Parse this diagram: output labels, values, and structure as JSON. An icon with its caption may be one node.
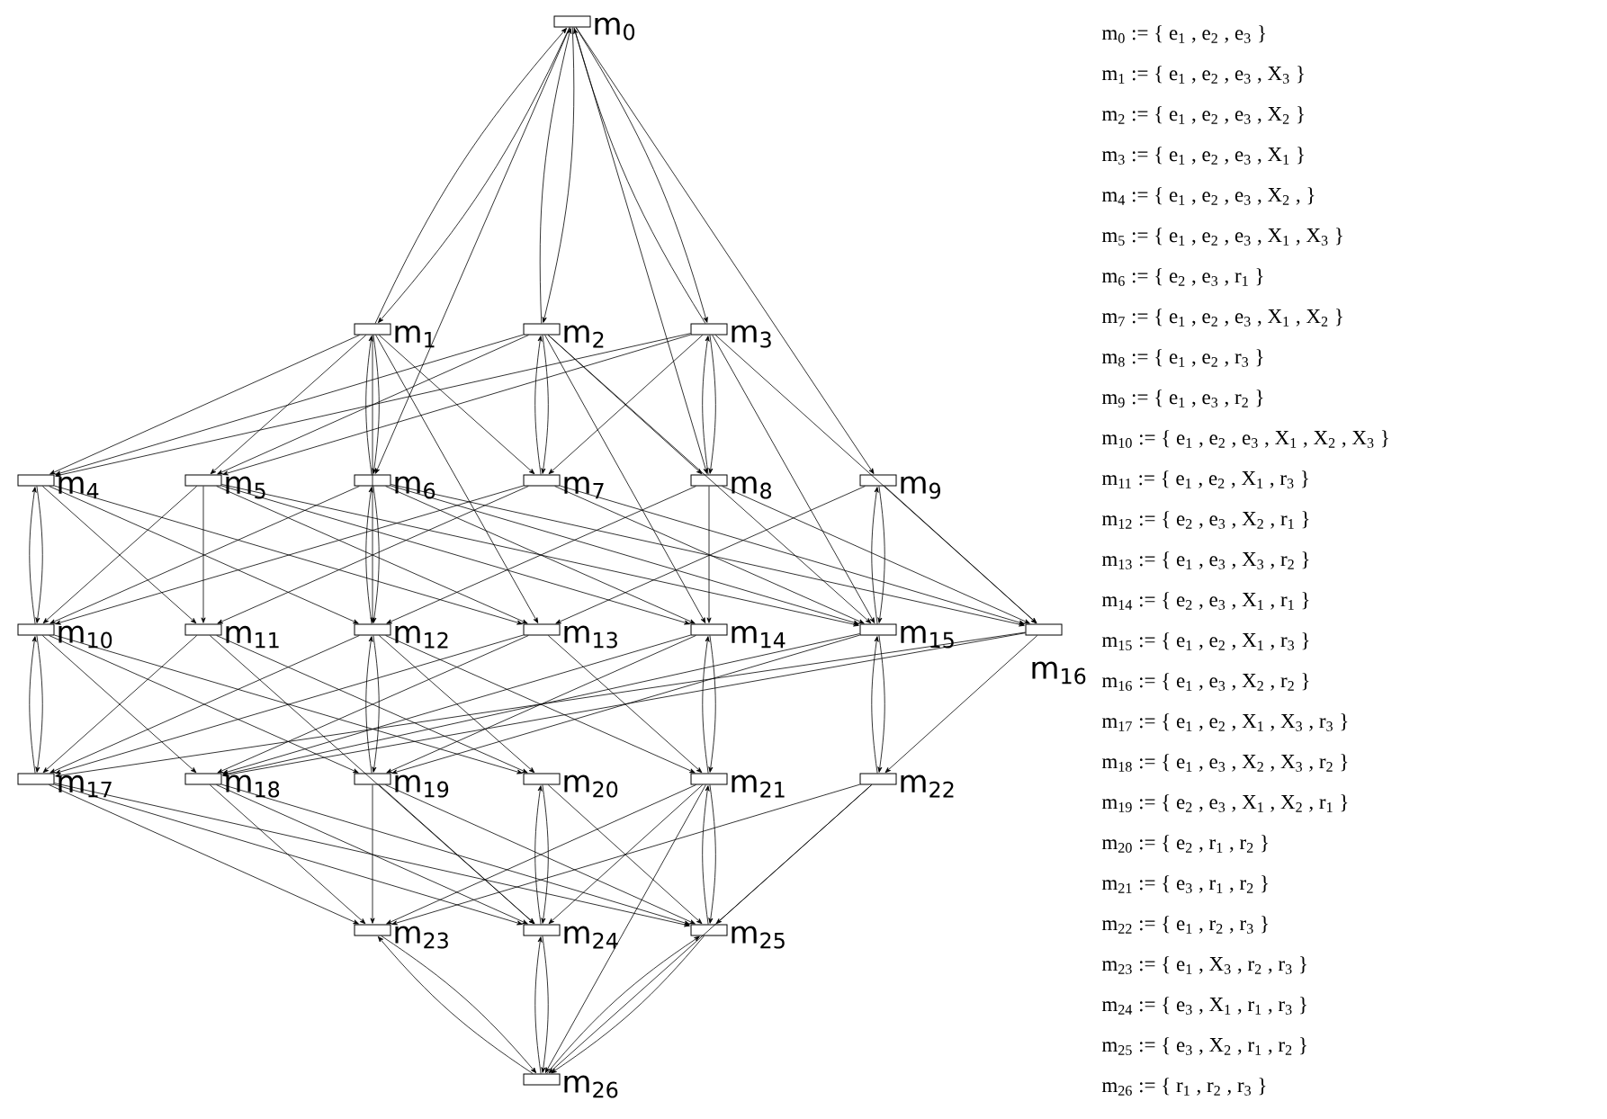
{
  "diagram": {
    "nodes": [
      {
        "text": [],
        "shape": "box",
        "beside": [
          "m$_{0}$"
        ]
      },
      {
        "text": [],
        "shape": "box",
        "beside": [
          "m$_{1}$"
        ]
      },
      {
        "text": [],
        "shape": "box",
        "beside": [
          "m$_{2}$"
        ]
      },
      {
        "text": [],
        "shape": "box",
        "beside": [
          "m$_{3}$"
        ]
      },
      {
        "text": [],
        "shape": "box",
        "beside": [
          "m$_{4}$"
        ]
      },
      {
        "text": [],
        "shape": "box",
        "beside": [
          "m$_{5}$"
        ]
      },
      {
        "text": [],
        "shape": "box",
        "beside": [
          "m$_{6}$"
        ]
      },
      {
        "text": [],
        "shape": "box",
        "beside": [
          "m$_{7}$"
        ]
      },
      {
        "text": [],
        "shape": "box",
        "beside": [
          "m$_{8}$"
        ]
      },
      {
        "text": [],
        "shape": "box",
        "beside": [
          "m$_{9}$"
        ]
      },
      {
        "text": [],
        "shape": "box",
        "beside": [
          "m$_{10}$"
        ]
      },
      {
        "text": [],
        "shape": "box",
        "beside": [
          "m$_{11}$"
        ]
      },
      {
        "text": [],
        "shape": "box",
        "beside": [
          "m$_{12}$"
        ]
      },
      {
        "text": [],
        "shape": "box",
        "beside": [
          "m$_{13}$"
        ]
      },
      {
        "text": [],
        "shape": "box",
        "beside": [
          "m$_{14}$"
        ]
      },
      {
        "text": [],
        "shape": "box",
        "beside": [
          "m$_{15}$"
        ]
      },
      {
        "text": [],
        "shape": "box",
        "beside": [
          "m$_{16}$"
        ]
      },
      {
        "text": [],
        "shape": "box",
        "beside": [
          "m$_{17}$"
        ]
      },
      {
        "text": [],
        "shape": "box",
        "beside": [
          "m$_{18}$"
        ]
      },
      {
        "text": [],
        "shape": "box",
        "beside": [
          "m$_{19}$"
        ]
      },
      {
        "text": [],
        "shape": "box",
        "beside": [
          "m$_{20}$"
        ]
      },
      {
        "text": [],
        "shape": "box",
        "beside": [
          "m$_{21}$"
        ]
      },
      {
        "text": [],
        "shape": "box",
        "beside": [
          "m$_{22}$"
        ]
      },
      {
        "text": [],
        "shape": "box",
        "beside": [
          "m$_{23}$"
        ]
      },
      {
        "text": [],
        "shape": "box",
        "beside": [
          "m$_{24}$"
        ]
      },
      {
        "text": [],
        "shape": "box",
        "beside": [
          "m$_{25}$"
        ]
      },
      {
        "text": [],
        "shape": "box",
        "beside": [
          "m$_{26}$"
        ]
      }
    ],
    "edges": [
      {
        "from": 0,
        "to": 1,
        "arrow": "to"
      },
      {
        "from": 1,
        "to": 0,
        "arrow": "to"
      },
      {
        "from": 0,
        "to": 2,
        "arrow": "to"
      },
      {
        "from": 2,
        "to": 0,
        "arrow": "to"
      },
      {
        "from": 0,
        "to": 3,
        "arrow": "to"
      },
      {
        "from": 3,
        "to": 0,
        "arrow": "to"
      },
      {
        "from": 0,
        "to": 6,
        "arrow": "to"
      },
      {
        "from": 0,
        "to": 8,
        "arrow": "to"
      },
      {
        "from": 0,
        "to": 9,
        "arrow": "to"
      },
      {
        "from": 1,
        "to": 4,
        "arrow": "to"
      },
      {
        "from": 1,
        "to": 5,
        "arrow": "to"
      },
      {
        "from": 1,
        "to": 6,
        "arrow": "to"
      },
      {
        "from": 6,
        "to": 1,
        "arrow": "to"
      },
      {
        "from": 1,
        "to": 7,
        "arrow": "to"
      },
      {
        "from": 1,
        "to": 12,
        "arrow": "to"
      },
      {
        "from": 1,
        "to": 13,
        "arrow": "to"
      },
      {
        "from": 2,
        "to": 4,
        "arrow": "to"
      },
      {
        "from": 2,
        "to": 5,
        "arrow": "to"
      },
      {
        "from": 2,
        "to": 7,
        "arrow": "to"
      },
      {
        "from": 7,
        "to": 2,
        "arrow": "to"
      },
      {
        "from": 2,
        "to": 8,
        "arrow": "to"
      },
      {
        "from": 2,
        "to": 14,
        "arrow": "to"
      },
      {
        "from": 2,
        "to": 15,
        "arrow": "to"
      },
      {
        "from": 3,
        "to": 4,
        "arrow": "to"
      },
      {
        "from": 3,
        "to": 5,
        "arrow": "to"
      },
      {
        "from": 3,
        "to": 7,
        "arrow": "to"
      },
      {
        "from": 3,
        "to": 8,
        "arrow": "to"
      },
      {
        "from": 8,
        "to": 3,
        "arrow": "to"
      },
      {
        "from": 3,
        "to": 15,
        "arrow": "to"
      },
      {
        "from": 3,
        "to": 16,
        "arrow": "to"
      },
      {
        "from": 4,
        "to": 10,
        "arrow": "to"
      },
      {
        "from": 10,
        "to": 4,
        "arrow": "to"
      },
      {
        "from": 4,
        "to": 11,
        "arrow": "to"
      },
      {
        "from": 4,
        "to": 12,
        "arrow": "to"
      },
      {
        "from": 4,
        "to": 13,
        "arrow": "to"
      },
      {
        "from": 5,
        "to": 10,
        "arrow": "to"
      },
      {
        "from": 5,
        "to": 11,
        "arrow": "to"
      },
      {
        "from": 5,
        "to": 13,
        "arrow": "to"
      },
      {
        "from": 5,
        "to": 14,
        "arrow": "to"
      },
      {
        "from": 5,
        "to": 15,
        "arrow": "to"
      },
      {
        "from": 6,
        "to": 12,
        "arrow": "to"
      },
      {
        "from": 12,
        "to": 6,
        "arrow": "to"
      },
      {
        "from": 6,
        "to": 10,
        "arrow": "to"
      },
      {
        "from": 6,
        "to": 14,
        "arrow": "to"
      },
      {
        "from": 6,
        "to": 15,
        "arrow": "to"
      },
      {
        "from": 6,
        "to": 16,
        "arrow": "to"
      },
      {
        "from": 7,
        "to": 10,
        "arrow": "to"
      },
      {
        "from": 7,
        "to": 11,
        "arrow": "to"
      },
      {
        "from": 7,
        "to": 15,
        "arrow": "to"
      },
      {
        "from": 7,
        "to": 16,
        "arrow": "to"
      },
      {
        "from": 8,
        "to": 12,
        "arrow": "to"
      },
      {
        "from": 8,
        "to": 14,
        "arrow": "to"
      },
      {
        "from": 8,
        "to": 16,
        "arrow": "to"
      },
      {
        "from": 9,
        "to": 13,
        "arrow": "to"
      },
      {
        "from": 9,
        "to": 15,
        "arrow": "to"
      },
      {
        "from": 15,
        "to": 9,
        "arrow": "to"
      },
      {
        "from": 9,
        "to": 16,
        "arrow": "to"
      },
      {
        "from": 10,
        "to": 17,
        "arrow": "to"
      },
      {
        "from": 17,
        "to": 10,
        "arrow": "to"
      },
      {
        "from": 10,
        "to": 18,
        "arrow": "to"
      },
      {
        "from": 10,
        "to": 19,
        "arrow": "to"
      },
      {
        "from": 10,
        "to": 20,
        "arrow": "to"
      },
      {
        "from": 11,
        "to": 17,
        "arrow": "to"
      },
      {
        "from": 11,
        "to": 20,
        "arrow": "to"
      },
      {
        "from": 11,
        "to": 24,
        "arrow": "to"
      },
      {
        "from": 12,
        "to": 19,
        "arrow": "to"
      },
      {
        "from": 19,
        "to": 12,
        "arrow": "to"
      },
      {
        "from": 12,
        "to": 20,
        "arrow": "to"
      },
      {
        "from": 12,
        "to": 21,
        "arrow": "to"
      },
      {
        "from": 12,
        "to": 17,
        "arrow": "to"
      },
      {
        "from": 13,
        "to": 18,
        "arrow": "to"
      },
      {
        "from": 13,
        "to": 21,
        "arrow": "to"
      },
      {
        "from": 13,
        "to": 17,
        "arrow": "to"
      },
      {
        "from": 14,
        "to": 21,
        "arrow": "to"
      },
      {
        "from": 21,
        "to": 14,
        "arrow": "to"
      },
      {
        "from": 14,
        "to": 19,
        "arrow": "to"
      },
      {
        "from": 14,
        "to": 18,
        "arrow": "to"
      },
      {
        "from": 15,
        "to": 22,
        "arrow": "to"
      },
      {
        "from": 22,
        "to": 15,
        "arrow": "to"
      },
      {
        "from": 15,
        "to": 18,
        "arrow": "to"
      },
      {
        "from": 15,
        "to": 19,
        "arrow": "to"
      },
      {
        "from": 16,
        "to": 17,
        "arrow": "to"
      },
      {
        "from": 16,
        "to": 18,
        "arrow": "to"
      },
      {
        "from": 16,
        "to": 22,
        "arrow": "to"
      },
      {
        "from": 17,
        "to": 23,
        "arrow": "to"
      },
      {
        "from": 17,
        "to": 24,
        "arrow": "to"
      },
      {
        "from": 17,
        "to": 25,
        "arrow": "to"
      },
      {
        "from": 18,
        "to": 23,
        "arrow": "to"
      },
      {
        "from": 18,
        "to": 24,
        "arrow": "to"
      },
      {
        "from": 18,
        "to": 25,
        "arrow": "to"
      },
      {
        "from": 19,
        "to": 23,
        "arrow": "to"
      },
      {
        "from": 19,
        "to": 24,
        "arrow": "to"
      },
      {
        "from": 19,
        "to": 25,
        "arrow": "to"
      },
      {
        "from": 20,
        "to": 24,
        "arrow": "to"
      },
      {
        "from": 24,
        "to": 20,
        "arrow": "to"
      },
      {
        "from": 20,
        "to": 25,
        "arrow": "to"
      },
      {
        "from": 21,
        "to": 23,
        "arrow": "to"
      },
      {
        "from": 21,
        "to": 24,
        "arrow": "to"
      },
      {
        "from": 21,
        "to": 25,
        "arrow": "to"
      },
      {
        "from": 25,
        "to": 21,
        "arrow": "to"
      },
      {
        "from": 22,
        "to": 23,
        "arrow": "to"
      },
      {
        "from": 22,
        "to": 25,
        "arrow": "to"
      },
      {
        "from": 22,
        "to": 26,
        "arrow": "to"
      },
      {
        "from": 23,
        "to": 26,
        "arrow": "to"
      },
      {
        "from": 26,
        "to": 23,
        "arrow": "to"
      },
      {
        "from": 24,
        "to": 26,
        "arrow": "to"
      },
      {
        "from": 26,
        "to": 24,
        "arrow": "to"
      },
      {
        "from": 25,
        "to": 26,
        "arrow": "to"
      },
      {
        "from": 26,
        "to": 25,
        "arrow": "to"
      },
      {
        "from": 21,
        "to": 26,
        "arrow": "to"
      }
    ],
    "labels": [
      "m$_{0}$ := { e$_{1}$ , e$_{2}$ , e$_{3}$ }",
      "m$_{1}$ := { e$_{1}$ , e$_{2}$ , e$_{3}$ , X$_{3}$ }",
      "m$_{2}$ := { e$_{1}$ , e$_{2}$ , e$_{3}$ , X$_{2}$ }",
      "m$_{3}$ := { e$_{1}$ , e$_{2}$ , e$_{3}$ , X$_{1}$ }",
      "m$_{4}$ := { e$_{1}$ , e$_{2}$ , e$_{3}$ , X$_{2}$ , }",
      "m$_{5}$ := { e$_{1}$ , e$_{2}$ , e$_{3}$ , X$_{1}$ , X$_{3}$ }",
      "m$_{6}$ := { e$_{2}$ , e$_{3}$ , r$_{1}$ }",
      "m$_{7}$ := { e$_{1}$ , e$_{2}$ , e$_{3}$ , X$_{1}$ , X$_{2}$ }",
      "m$_{8}$ := { e$_{1}$ , e$_{2}$ , r$_{3}$ }",
      "m$_{9}$ := { e$_{1}$ , e$_{3}$ , r$_{2}$ }",
      "m$_{10}$ := { e$_{1}$ , e$_{2}$ , e$_{3}$ , X$_{1}$ , X$_{2}$ , X$_{3}$ }",
      "m$_{11}$ := { e$_{1}$ , e$_{2}$ , X$_{1}$ , r$_{3}$ }",
      "m$_{12}$ := { e$_{2}$ , e$_{3}$ , X$_{2}$ , r$_{1}$ }",
      "m$_{13}$ := { e$_{1}$ , e$_{3}$ , X$_{3}$ , r$_{2}$ }",
      "m$_{14}$ := { e$_{2}$ , e$_{3}$ , X$_{1}$ , r$_{1}$ }",
      "m$_{15}$ := { e$_{1}$ , e$_{2}$ , X$_{1}$ , r$_{3}$ }",
      "m$_{16}$ := { e$_{1}$ , e$_{3}$ , X$_{2}$ , r$_{2}$ }",
      "m$_{17}$ := { e$_{1}$ , e$_{2}$ , X$_{1}$ , X$_{3}$ , r$_{3}$ }",
      "m$_{18}$ := { e$_{1}$ , e$_{3}$ , X$_{2}$ , X$_{3}$ , r$_{2}$ }",
      "m$_{19}$ := { e$_{2}$ , e$_{3}$ , X$_{1}$ , X$_{2}$ , r$_{1}$ }",
      "m$_{20}$ := { e$_{2}$ , r$_{1}$ , r$_{2}$ }",
      "m$_{21}$ := { e$_{3}$ , r$_{1}$ , r$_{2}$ }",
      "m$_{22}$ := { e$_{1}$ , r$_{2}$ , r$_{3}$ }",
      "m$_{23}$ := { e$_{1}$ , X$_{3}$ , r$_{2}$ , r$_{3}$ }",
      "m$_{24}$ := { e$_{3}$ , X$_{1}$ , r$_{1}$ , r$_{3}$ }",
      "m$_{25}$ := { e$_{3}$ , X$_{2}$ , r$_{1}$ , r$_{2}$ }",
      "m$_{26}$ := { r$_{1}$ , r$_{2}$ , r$_{3}$ }"
    ]
  }
}
